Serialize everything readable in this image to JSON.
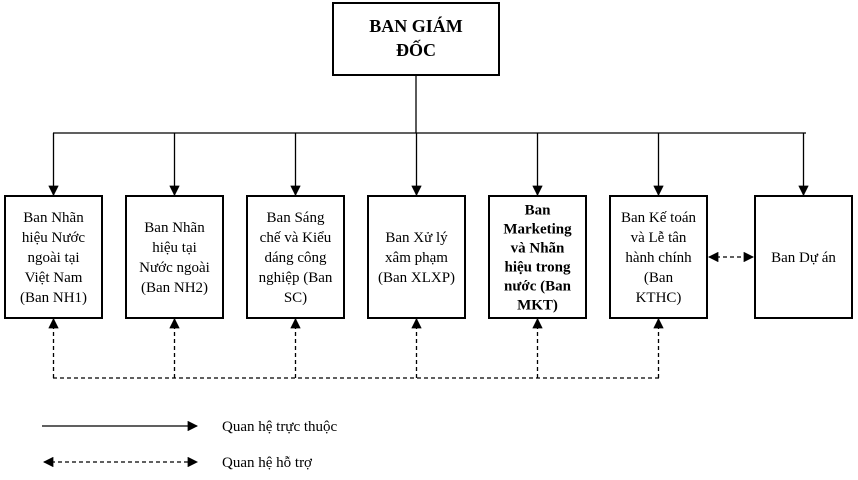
{
  "top": {
    "lines": [
      "BAN GIÁM",
      "ĐỐC"
    ]
  },
  "departments": [
    {
      "lines": [
        "Ban Nhãn",
        "hiệu Nước",
        "ngoài tại",
        "Việt Nam",
        "(Ban NH1)"
      ],
      "bold": false
    },
    {
      "lines": [
        "Ban Nhãn",
        "hiệu tại",
        "Nước ngoài",
        "(Ban NH2)"
      ],
      "bold": false
    },
    {
      "lines": [
        "Ban Sáng",
        "chế và Kiểu",
        "dáng công",
        "nghiệp (Ban",
        "SC)"
      ],
      "bold": false
    },
    {
      "lines": [
        "Ban Xử lý",
        "xâm phạm",
        "(Ban XLXP)"
      ],
      "bold": false
    },
    {
      "lines": [
        "Ban",
        "Marketing",
        "và Nhãn",
        "hiệu trong",
        "nước (Ban",
        "MKT)"
      ],
      "bold": true
    },
    {
      "lines": [
        "Ban Kế toán",
        "và Lễ tân",
        "hành chính",
        "(Ban",
        "KTHC)"
      ],
      "bold": false
    },
    {
      "lines": [
        "Ban Dự án"
      ],
      "bold": false
    }
  ],
  "legend": {
    "solid_label": "Quan hệ trực thuộc",
    "dashed_label": "Quan hệ hỗ trợ"
  }
}
